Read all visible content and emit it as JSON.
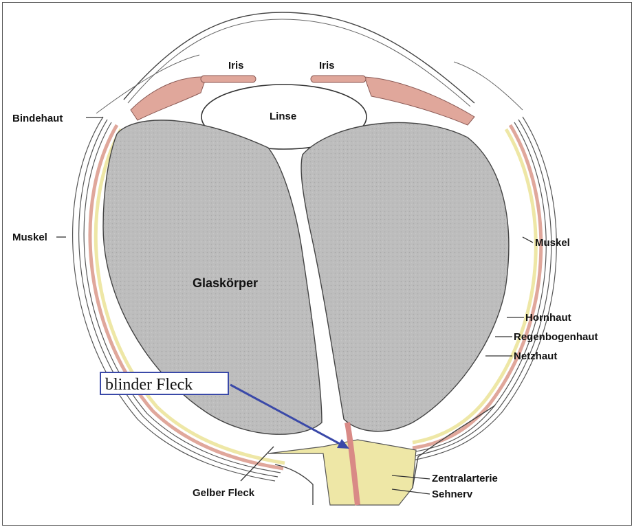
{
  "labels": {
    "iris_left": "Iris",
    "iris_right": "Iris",
    "lens": "Linse",
    "conjunctiva": "Bindehaut",
    "muscle_left": "Muskel",
    "muscle_right": "Muskel",
    "vitreous": "Glaskörper",
    "cornea": "Hornhaut",
    "choroid": "Regenbogenhaut",
    "retina": "Netzhaut",
    "central_artery": "Zentralarterie",
    "optic_nerve": "Sehnerv",
    "macula": "Gelber Fleck",
    "blind_spot": "blinder Fleck"
  },
  "colors": {
    "vitreous_fill": "#b9b9b9",
    "tissue_pink": "#e0a79b",
    "retina_yellow": "#eee7a6",
    "arrow_blue": "#3a49a8",
    "line_dark": "#333333"
  }
}
